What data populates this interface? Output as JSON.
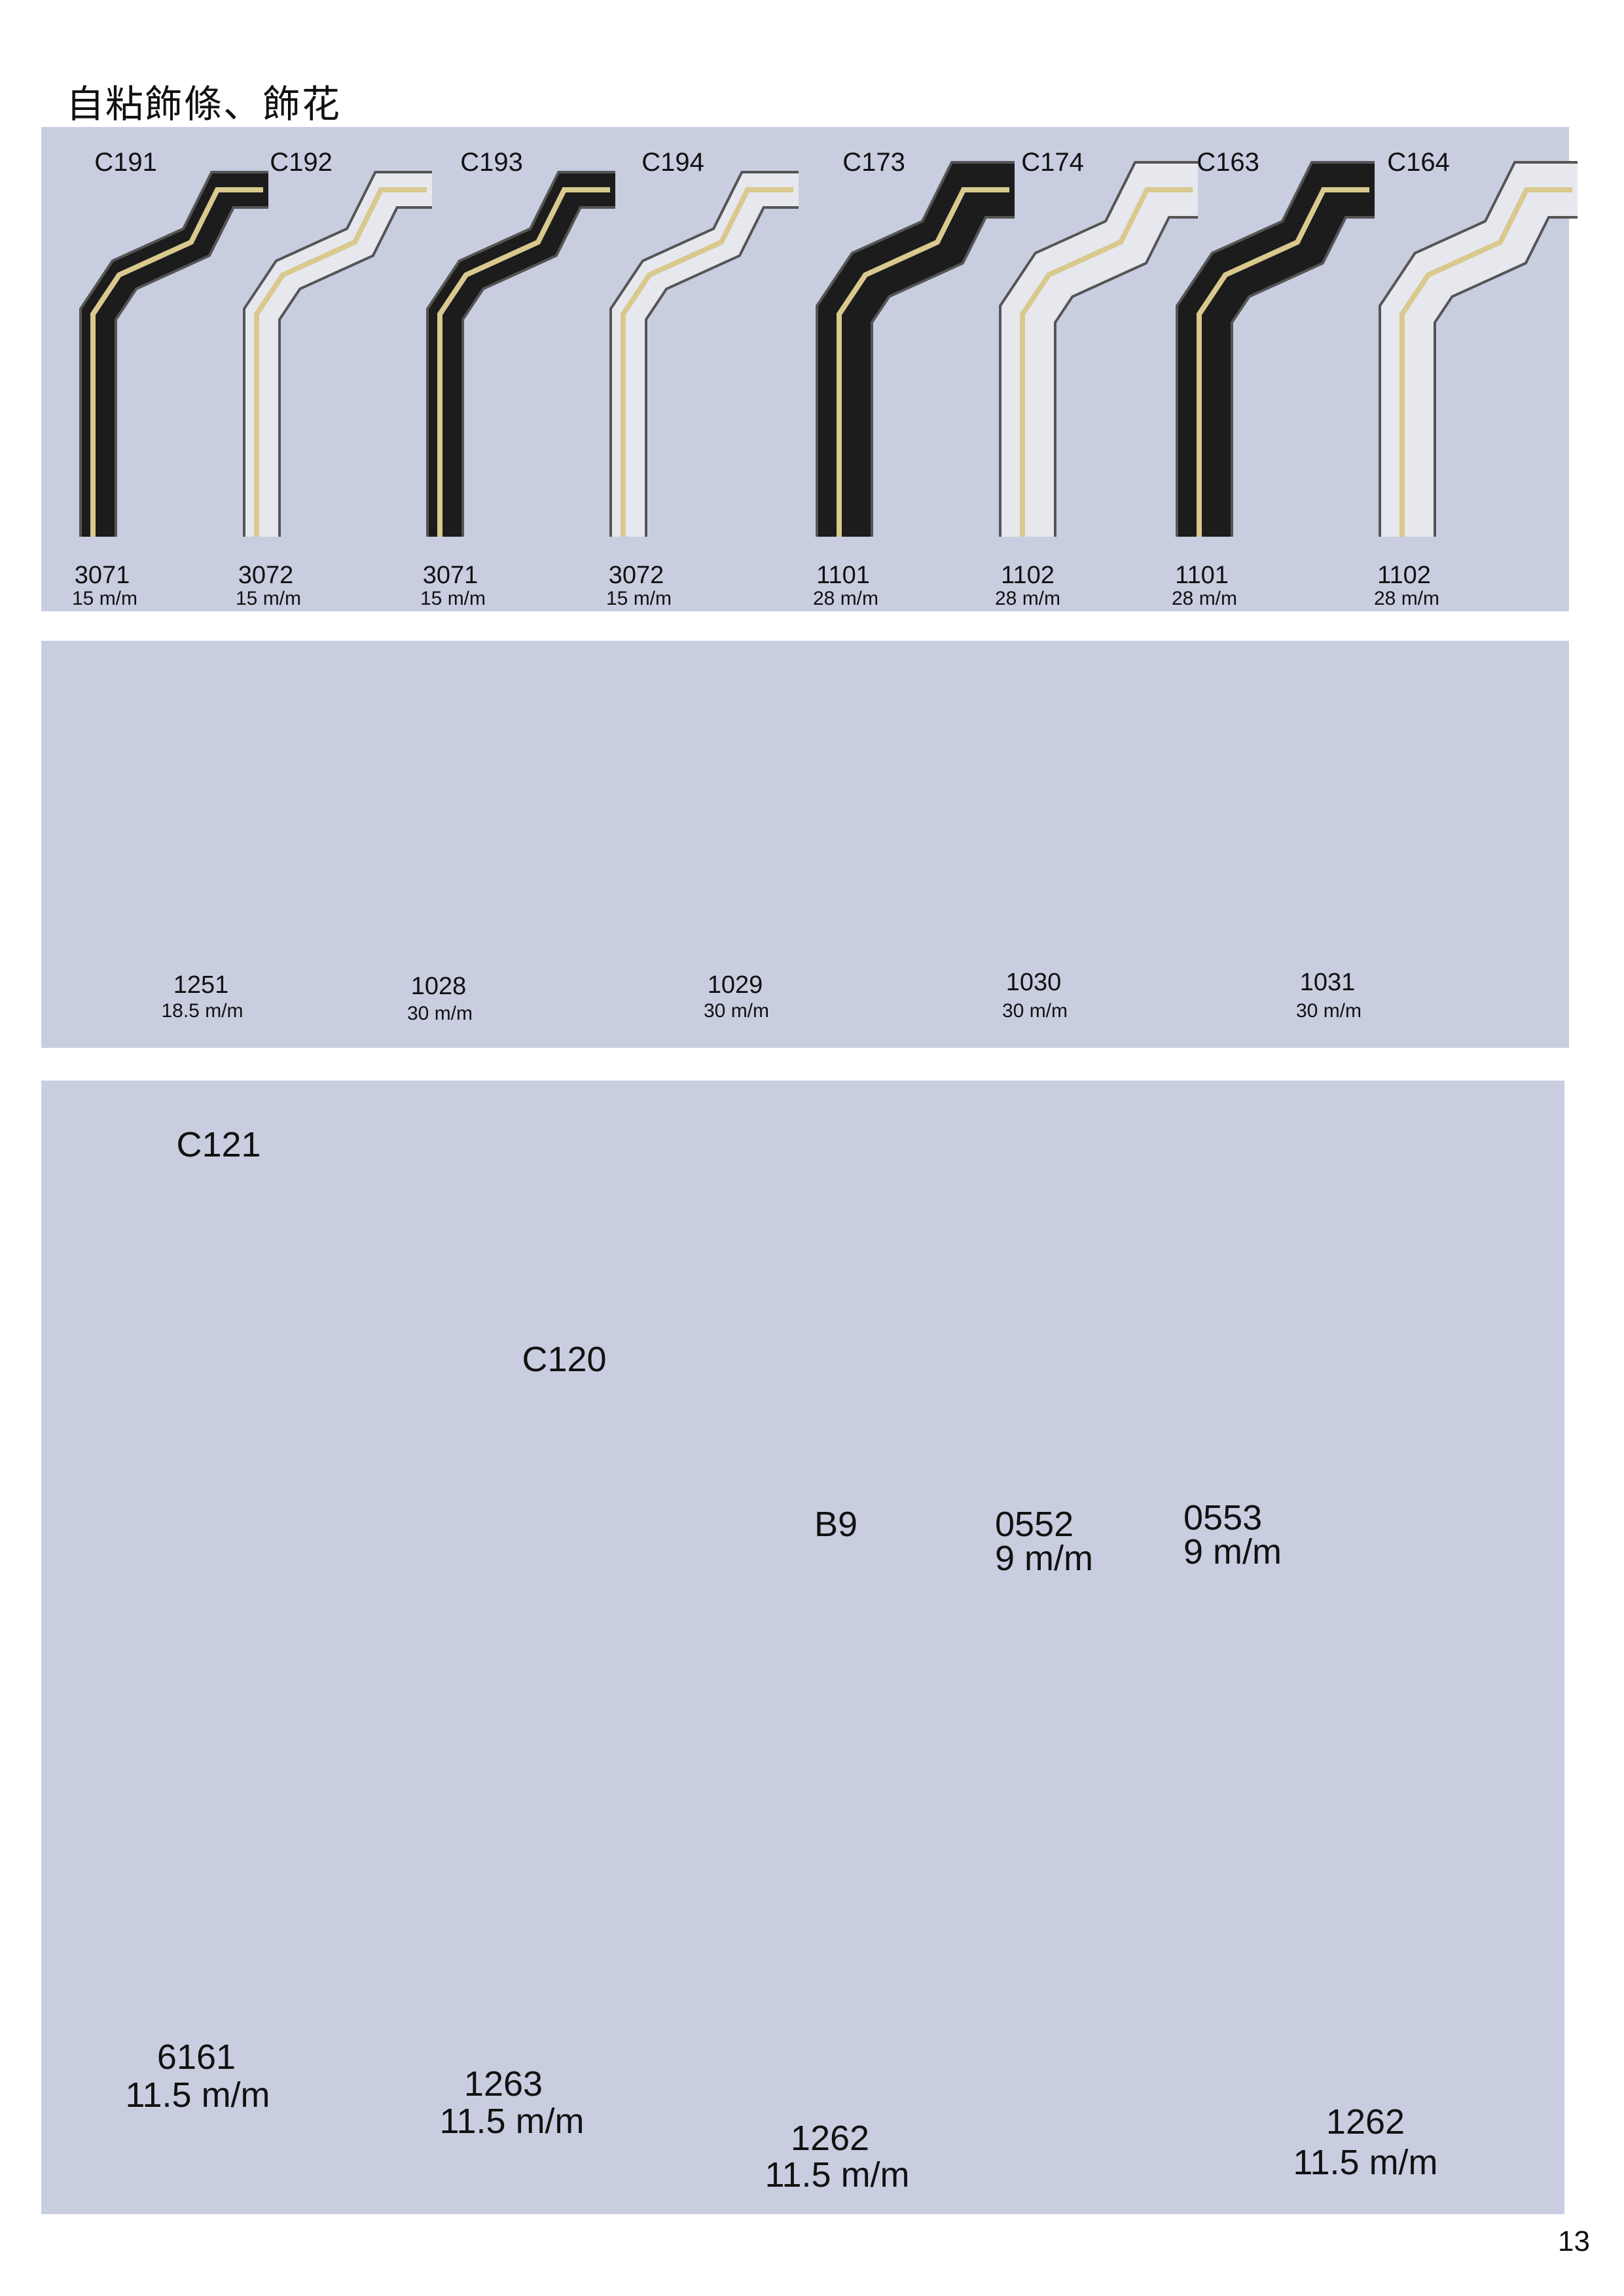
{
  "title": "自粘飾條、飾花",
  "page_number": "13",
  "colors": {
    "panel": "#c9cde0",
    "gold": "#d9c98e",
    "black": "#1c1c1c",
    "silver": "#e6e8ee"
  },
  "section1": {
    "items": [
      {
        "code": "C191",
        "number": "3071",
        "size": "15 m/m",
        "style": "black"
      },
      {
        "code": "C192",
        "number": "3072",
        "size": "15 m/m",
        "style": "silver"
      },
      {
        "code": "C193",
        "number": "3071",
        "size": "15 m/m",
        "style": "black"
      },
      {
        "code": "C194",
        "number": "3072",
        "size": "15 m/m",
        "style": "silver"
      },
      {
        "code": "C173",
        "number": "1101",
        "size": "28 m/m",
        "style": "black"
      },
      {
        "code": "C174",
        "number": "1102",
        "size": "28 m/m",
        "style": "silver"
      },
      {
        "code": "C163",
        "number": "1101",
        "size": "28 m/m",
        "style": "black"
      },
      {
        "code": "C164",
        "number": "1102",
        "size": "28 m/m",
        "style": "silver"
      }
    ]
  },
  "section2": {
    "items": [
      {
        "number": "1251",
        "size": "18.5 m/m",
        "fill": "#d8c98c"
      },
      {
        "number": "1028",
        "size": "30 m/m",
        "fill": "#2e3032"
      },
      {
        "number": "1029",
        "size": "30 m/m",
        "fill": "#6f7578"
      },
      {
        "number": "1030",
        "size": "30 m/m",
        "fill": "#9a6f6c"
      },
      {
        "number": "1031",
        "size": "30 m/m",
        "fill": "#d9c98e"
      }
    ]
  },
  "section3": {
    "items": [
      {
        "code": "C121",
        "number": "6161",
        "size": "11.5 m/m"
      },
      {
        "code": "C120",
        "number": "1263",
        "size": "11.5 m/m"
      },
      {
        "code": "B9",
        "number": "1262",
        "size": "11.5 m/m"
      },
      {
        "code": "0552",
        "code_size": "9 m/m"
      },
      {
        "code": "0553",
        "code_size": "9 m/m"
      },
      {
        "number": "1262",
        "size": "11.5 m/m"
      }
    ]
  }
}
